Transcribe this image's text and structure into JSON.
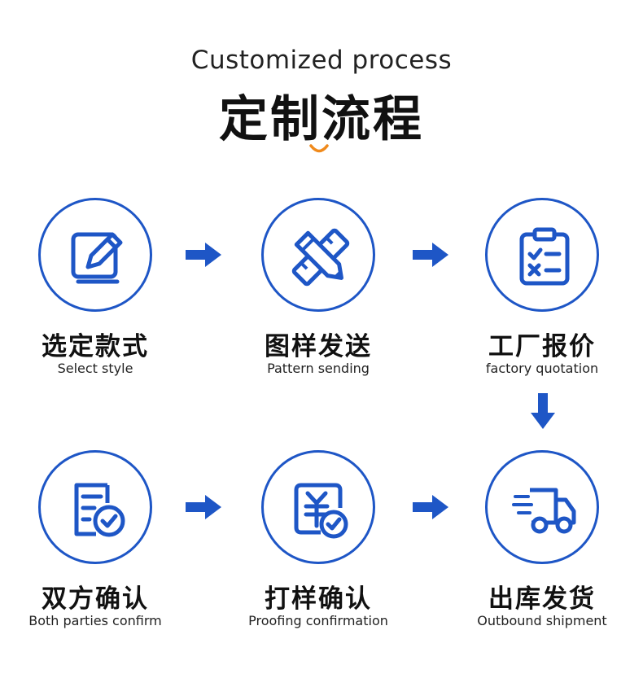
{
  "header": {
    "title_en": "Customized process",
    "title_zh": "定制流程"
  },
  "steps": [
    {
      "zh": "选定款式",
      "en": "Select style",
      "icon": "edit-pencil-icon"
    },
    {
      "zh": "图样发送",
      "en": "Pattern sending",
      "icon": "pencil-ruler-icon"
    },
    {
      "zh": "工厂报价",
      "en": "factory quotation",
      "icon": "clipboard-checklist-icon"
    },
    {
      "zh": "双方确认",
      "en": "Both parties confirm",
      "icon": "document-check-icon"
    },
    {
      "zh": "打样确认",
      "en": "Proofing confirmation",
      "icon": "yen-document-check-icon"
    },
    {
      "zh": "出库发货",
      "en": "Outbound shipment",
      "icon": "delivery-truck-icon"
    }
  ],
  "colors": {
    "accent_blue": "#1e56c6",
    "title_mark_orange": "#f08a1c",
    "text": "#111111"
  }
}
